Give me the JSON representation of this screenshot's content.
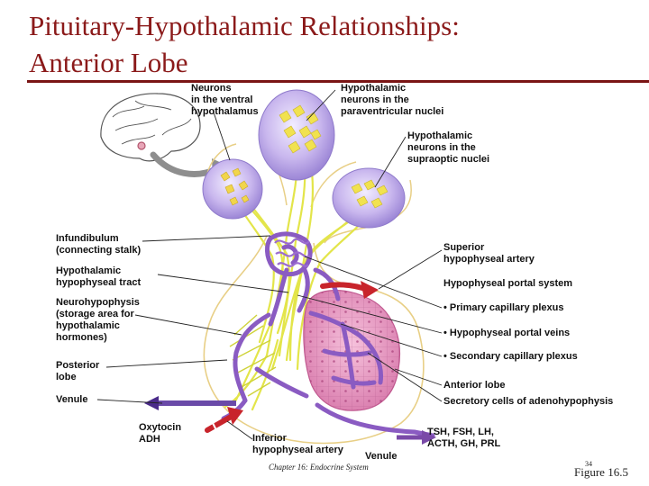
{
  "slide": {
    "title_line1": "Pituitary-Hypothalamic Relationships:",
    "title_line2": "Anterior Lobe",
    "footer_chapter": "Chapter 16: Endocrine System",
    "slide_number": "34",
    "figure_label": "Figure 16.5"
  },
  "labels": {
    "neurons_ventral": "Neurons\nin the ventral\nhypothalamus",
    "paraventricular": "Hypothalamic\nneurons in the\nparaventricular nuclei",
    "supraoptic": "Hypothalamic\nneurons in the\nsupraoptic nuclei",
    "infundibulum": "Infundibulum\n(connecting stalk)",
    "hypothalamic_tract": "Hypothalamic\nhypophyseal tract",
    "neurohypophysis": "Neurohypophysis\n(storage area for\nhypothalamic\nhormones)",
    "posterior_lobe": "Posterior\nlobe",
    "venule_left": "Venule",
    "oxytocin": "Oxytocin\nADH",
    "inferior_artery": "Inferior\nhypophyseal artery",
    "venule_bottom": "Venule",
    "superior_artery": "Superior\nhypophyseal artery",
    "portal_system": "Hypophyseal portal system",
    "primary_plexus": "• Primary capillary plexus",
    "portal_veins": "• Hypophyseal portal veins",
    "secondary_plexus": "• Secondary capillary plexus",
    "anterior_lobe": "Anterior lobe",
    "secretory_cells": "Secretory cells of adenohypophysis",
    "hormones": "TSH, FSH, LH,\nACTH, GH, PRL"
  },
  "colors": {
    "title": "#8b1a1a",
    "nerve_yellow": "#e6e84a",
    "vessel_purple": "#8a5bc2",
    "artery_red": "#c8242b",
    "anterior_pink": "#e79bc4",
    "nucleus_lilac": "#c3b0e8"
  }
}
